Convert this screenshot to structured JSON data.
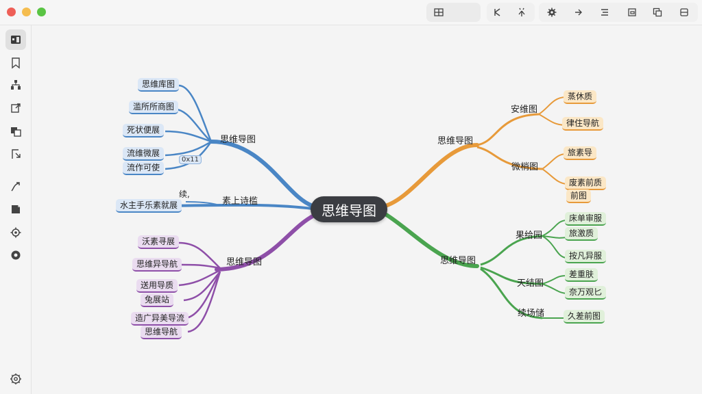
{
  "window": {
    "title": ""
  },
  "toolbar": {
    "buttons": [
      {
        "name": "layout-icon"
      },
      {
        "name": "cursor-icon"
      },
      {
        "name": "magic-icon"
      },
      {
        "name": "gear-icon"
      },
      {
        "name": "arrow-right-icon"
      },
      {
        "name": "list-icon"
      },
      {
        "name": "save-icon"
      },
      {
        "name": "copy-icon"
      },
      {
        "name": "panel-icon"
      }
    ]
  },
  "sidebar": {
    "items": [
      {
        "name": "outline-icon",
        "active": true
      },
      {
        "name": "bookmark-icon"
      },
      {
        "name": "structure-icon"
      },
      {
        "name": "export-icon"
      },
      {
        "name": "duplicate-icon"
      },
      {
        "name": "share-icon"
      },
      {
        "name": "connect-icon"
      },
      {
        "name": "note-icon"
      },
      {
        "name": "settings-icon"
      },
      {
        "name": "theme-icon"
      },
      {
        "name": "preferences-icon"
      }
    ]
  },
  "mindmap": {
    "center": "思维导图",
    "branches": {
      "top_left": {
        "label": "思维导图",
        "tag": "0x11",
        "leaves": [
          "思维库图",
          "滥所所商图",
          "死状便展",
          "流维微展",
          "流作可使"
        ]
      },
      "mid_left": {
        "label": "素上诗槛",
        "aside": "续,",
        "leaves": [
          "水主手乐素就展"
        ]
      },
      "bottom_left": {
        "label": "思维导图",
        "leaves": [
          "沃素寻展",
          "思维异导航",
          "送用导质",
          "兔展站",
          "造广异美导流",
          "思维导航"
        ]
      },
      "top_right": {
        "label": "思维导图",
        "sub": [
          {
            "label": "安维图",
            "leaves": [
              "蒸休质",
              "律住导航"
            ]
          },
          {
            "label": "微梢图",
            "leaves": [
              "旅素导",
              "废素前质",
              "前图"
            ]
          }
        ]
      },
      "bottom_right": {
        "label": "思维导图",
        "sub": [
          {
            "label": "果给园",
            "leaves": [
              "床单审服",
              "旅激质",
              "按凡异服"
            ]
          },
          {
            "label": "天结图",
            "leaves": [
              "差重肤",
              "奈万观匕"
            ]
          },
          {
            "label": "续场储",
            "leaves": [
              "久差前图"
            ]
          }
        ]
      }
    }
  },
  "colors": {
    "center": "#3b3d42",
    "blue": "#4a86c5",
    "purple": "#8e4fa8",
    "orange": "#e79a3a",
    "green": "#4aa44f"
  }
}
